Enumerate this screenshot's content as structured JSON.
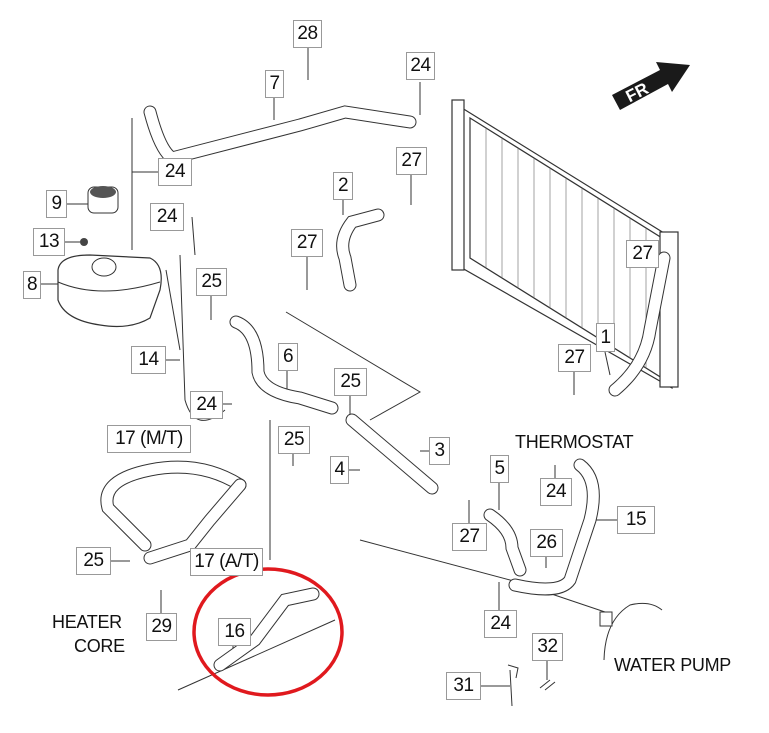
{
  "diagram": {
    "callouts": [
      "28",
      "24",
      "7",
      "24",
      "9",
      "24",
      "13",
      "8",
      "25",
      "2",
      "27",
      "27",
      "27",
      "1",
      "27",
      "14",
      "6",
      "25",
      "24",
      "17 (M/T)",
      "25",
      "3",
      "4",
      "5",
      "24",
      "15",
      "27",
      "26",
      "25",
      "17 (A/T)",
      "29",
      "16",
      "24",
      "32",
      "31"
    ],
    "labels": {
      "thermostat": "THERMOSTAT",
      "heater_line1": "HEATER",
      "heater_line2": "CORE",
      "water_pump": "WATER PUMP",
      "direction": "FR"
    },
    "highlight": {
      "part": "16",
      "color": "#e0191e"
    },
    "colors": {
      "line": "#222222",
      "box_border": "#999999"
    }
  }
}
